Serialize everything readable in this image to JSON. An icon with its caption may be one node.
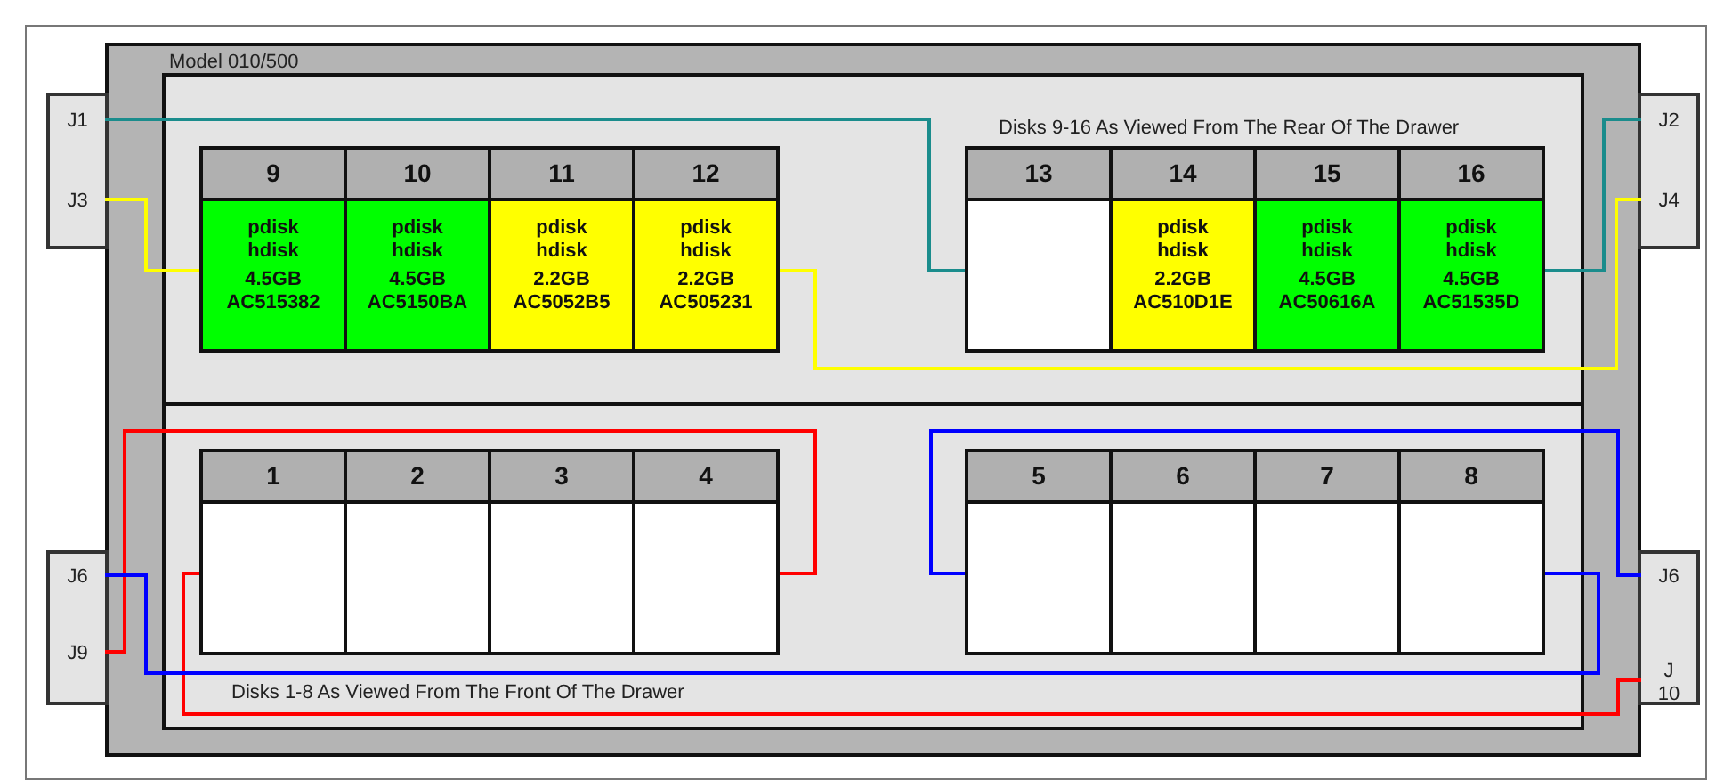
{
  "diagram": {
    "nodes": [
      {
        "text": [
          "Model 010/500"
        ]
      },
      {
        "text": [
          "Disks 9-16 As Viewed From The Rear Of The Drawer"
        ],
        "in": 0
      },
      {
        "text": [
          "9",
          "pdisk",
          "hdisk",
          "4.5GB",
          "AC515382"
        ],
        "in": 1
      },
      {
        "text": [
          "10",
          "pdisk",
          "hdisk",
          "4.5GB",
          "AC5150BA"
        ],
        "in": 1
      },
      {
        "text": [
          "11",
          "pdisk",
          "hdisk",
          "2.2GB",
          "AC5052B5"
        ],
        "in": 1
      },
      {
        "text": [
          "12",
          "pdisk",
          "hdisk",
          "2.2GB",
          "AC505231"
        ],
        "in": 1
      },
      {
        "text": [
          "13"
        ],
        "in": 1
      },
      {
        "text": [
          "14",
          "pdisk",
          "hdisk",
          "2.2GB",
          "AC510D1E"
        ],
        "in": 1
      },
      {
        "text": [
          "15",
          "pdisk",
          "hdisk",
          "4.5GB",
          "AC50616A"
        ],
        "in": 1
      },
      {
        "text": [
          "16",
          "pdisk",
          "hdisk",
          "4.5GB",
          "AC51535D"
        ],
        "in": 1
      },
      {
        "text": [
          "Disks 1-8 As Viewed From The Front Of The Drawer"
        ],
        "in": 0
      },
      {
        "text": [
          "1"
        ],
        "in": 10
      },
      {
        "text": [
          "2"
        ],
        "in": 10
      },
      {
        "text": [
          "3"
        ],
        "in": 10
      },
      {
        "text": [
          "4"
        ],
        "in": 10
      },
      {
        "text": [
          "5"
        ],
        "in": 10
      },
      {
        "text": [
          "6"
        ],
        "in": 10
      },
      {
        "text": [
          "7"
        ],
        "in": 10
      },
      {
        "text": [
          "8"
        ],
        "in": 10
      },
      {
        "text": [],
        "shape": "box"
      },
      {
        "text": [
          "J1"
        ],
        "in": 19
      },
      {
        "text": [
          "J3"
        ],
        "in": 19
      },
      {
        "text": [],
        "shape": "box"
      },
      {
        "text": [
          "J2"
        ],
        "in": 22
      },
      {
        "text": [
          "J4"
        ],
        "in": 22
      },
      {
        "text": [],
        "shape": "box"
      },
      {
        "text": [
          "J6"
        ],
        "in": 25
      },
      {
        "text": [
          "J9"
        ],
        "in": 25
      },
      {
        "text": [],
        "shape": "box"
      },
      {
        "text": [
          "J6"
        ],
        "in": 28
      },
      {
        "text": [
          "J 10"
        ],
        "in": 28
      }
    ],
    "edges": [
      {
        "from": 20,
        "to": 6,
        "arrow": "none",
        "color": "#1a8c8c"
      },
      {
        "from": 23,
        "to": 9,
        "arrow": "none",
        "color": "#1a8c8c"
      },
      {
        "from": 21,
        "to": 2,
        "arrow": "none",
        "color": "#ffff00"
      },
      {
        "from": 24,
        "to": 5,
        "arrow": "none",
        "color": "#ffff00"
      },
      {
        "from": 27,
        "to": 14,
        "arrow": "none",
        "color": "#ff0000"
      },
      {
        "from": 30,
        "to": 11,
        "arrow": "none",
        "color": "#ff0000"
      },
      {
        "from": 26,
        "to": 18,
        "arrow": "none",
        "color": "#0000ff"
      },
      {
        "from": 29,
        "to": 15,
        "arrow": "none",
        "color": "#0000ff"
      }
    ]
  }
}
